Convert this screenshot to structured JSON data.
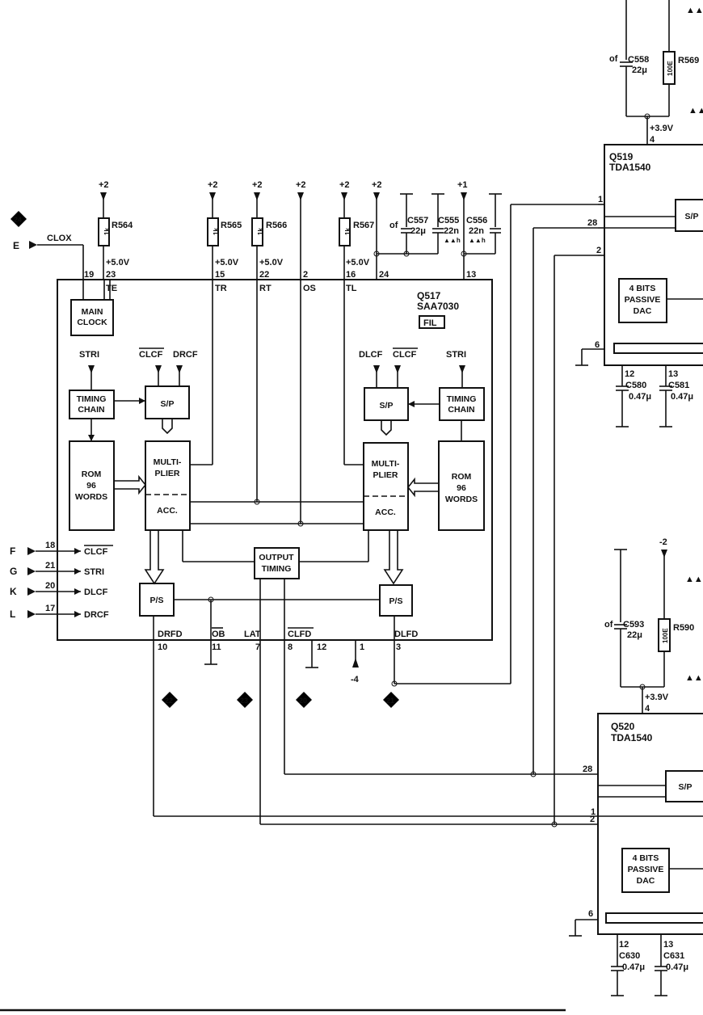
{
  "ic_main": {
    "ref": "Q517",
    "part": "SAA7030",
    "badge": "FIL"
  },
  "ic_dac_top": {
    "ref": "Q519",
    "part": "TDA1540"
  },
  "ic_dac_bottom": {
    "ref": "Q520",
    "part": "TDA1540"
  },
  "blocks": {
    "main_clock": [
      "MAIN",
      "CLOCK"
    ],
    "timing_chain": [
      "TIMING",
      "CHAIN"
    ],
    "sp": "S/P",
    "ps": "P/S",
    "rom": [
      "ROM",
      "96",
      "WORDS"
    ],
    "multiplier": [
      "MULTI-",
      "PLIER"
    ],
    "acc": "ACC.",
    "output_timing": [
      "OUTPUT",
      "TIMING"
    ],
    "dac": [
      "4 BITS",
      "PASSIVE",
      "DAC"
    ]
  },
  "signals": {
    "stri": "STRI",
    "clcf": "CLCF",
    "drcf": "DRCF",
    "dlcf": "DLCF",
    "clox": "CLOX",
    "te": "TE",
    "tr": "TR",
    "rt": "RT",
    "os": "OS",
    "tl": "TL",
    "drfd": "DRFD",
    "ob": "OB",
    "lat": "LAT",
    "clfd": "CLFD",
    "dlfd": "DLFD"
  },
  "rails": {
    "p2": "+2",
    "p1": "+1",
    "m2": "-2",
    "m4": "-4",
    "p5": "+5.0V",
    "p39": "+3.9V"
  },
  "resistors": {
    "r564": "R564",
    "r565": "R565",
    "r566": "R566",
    "r567": "R567",
    "r569": "R569",
    "r590": "R590",
    "val_1k": "1k",
    "val_100e": "100E"
  },
  "capacitors": {
    "c557": "C557",
    "c555": "C555",
    "c556": "C556",
    "c558": "C558",
    "c593": "C593",
    "c580": "C580",
    "c581": "C581",
    "c630": "C630",
    "c631": "C631",
    "v22u": "22μ",
    "v22n": "22n",
    "v047": "0.47μ",
    "v047b": "0.47μ",
    "mark_of": "of",
    "mark_tri": "▲▲h"
  },
  "inputs": [
    {
      "letter": "E",
      "pin": "19",
      "signal": "CLOX"
    },
    {
      "letter": "F",
      "pin": "18",
      "signal": "CLCF"
    },
    {
      "letter": "G",
      "pin": "21",
      "signal": "STRI"
    },
    {
      "letter": "K",
      "pin": "20",
      "signal": "DLCF"
    },
    {
      "letter": "L",
      "pin": "17",
      "signal": "DRCF"
    }
  ],
  "pins": {
    "p19": "19",
    "p23": "23",
    "p15": "15",
    "p22": "22",
    "p2": "2",
    "p16": "16",
    "p24": "24",
    "p13": "13",
    "p10": "10",
    "p11": "11",
    "p7": "7",
    "p8": "8",
    "p12": "12",
    "p1": "1",
    "p3": "3",
    "d1": "1",
    "d28": "28",
    "d2": "2",
    "d6": "6",
    "d4": "4",
    "d12": "12",
    "d13": "13"
  },
  "connectors": {
    "c24": "24",
    "c22": "22",
    "c23": "23",
    "c20": "20",
    "c21": "21"
  }
}
